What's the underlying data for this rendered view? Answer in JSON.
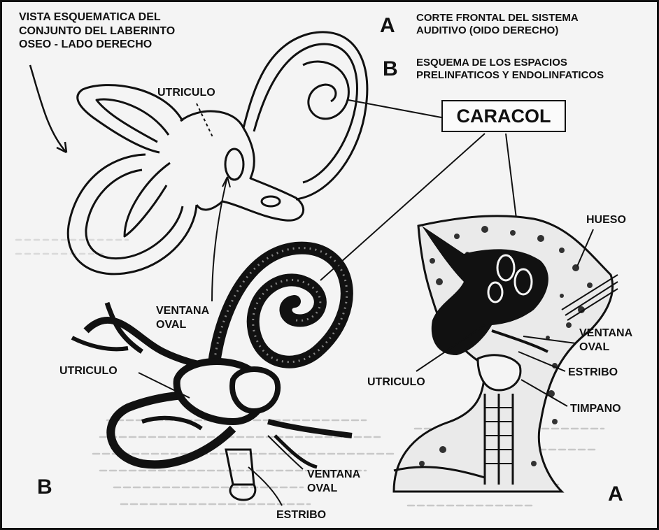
{
  "diagram": {
    "topleft_caption": "VISTA ESQUEMATICA DEL CONJUNTO DEL LABERINTO OSEO - LADO DERECHO",
    "topleft_lines": [
      "VISTA ESQUEMATICA DEL",
      "CONJUNTO DEL LABERINTO",
      "OSEO - LADO DERECHO"
    ],
    "letter_a_top": "A",
    "letter_b_top": "B",
    "letter_b_bottom": "B",
    "letter_a_bottom": "A",
    "caption_a_lines": [
      "CORTE FRONTAL DEL SISTEMA",
      "AUDITIVO (OIDO DERECHO)"
    ],
    "caption_b_lines": [
      "ESQUEMA DE LOS ESPACIOS",
      "PRELINFATICOS Y ENDOLINFATICOS"
    ],
    "caracol": "CARACOL",
    "labels": {
      "utriculo_top": "UTRICULO",
      "ventana_oval_top_1": "VENTANA",
      "ventana_oval_top_2": "OVAL",
      "utriculo_left": "UTRICULO",
      "ventana_oval_bottom_1": "VENTANA",
      "ventana_oval_bottom_2": "OVAL",
      "estribo_bottom": "ESTRIBO",
      "hueso": "HUESO",
      "ventana_oval_right_1": "VENTANA",
      "ventana_oval_right_2": "OVAL",
      "estribo_right": "ESTRIBO",
      "timpano": "TIMPANO",
      "utriculo_right": "UTRICULO"
    },
    "colors": {
      "ink": "#111111",
      "paper": "#f4f4f4",
      "faded_text": "#b8b8b8"
    }
  }
}
